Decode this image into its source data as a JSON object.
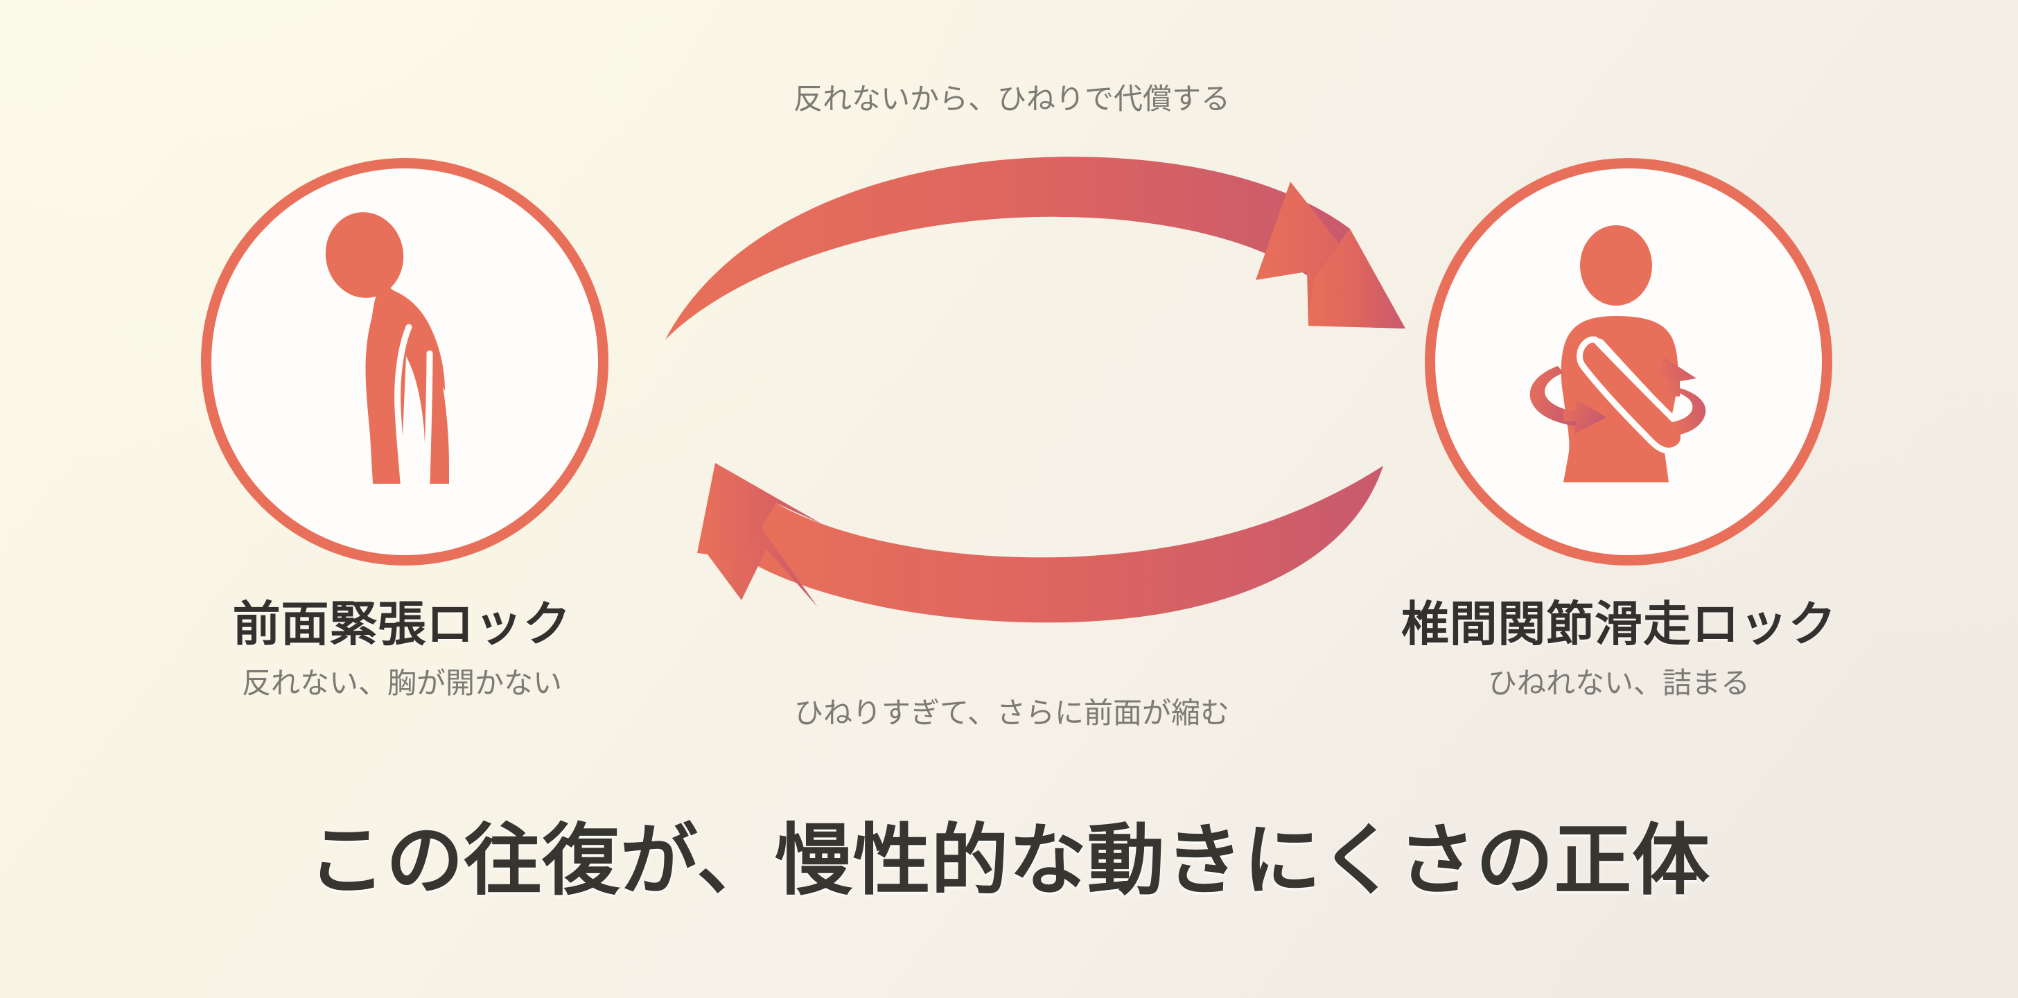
{
  "theme": {
    "accent": "#e8705a",
    "accent_deep": "#cf5b69",
    "ink": "#32312e",
    "muted": "#7c7a74",
    "bg_warm": "#fbf8e9",
    "bg_cool": "#f0ebe3",
    "circle_fill": "#fffdfb"
  },
  "flow": {
    "top_label": "反れないから、ひねりで代償する",
    "bottom_label": "ひねりすぎて、さらに前面が縮む",
    "top_arrow_icon": "curved-arrow-right-icon",
    "bottom_arrow_icon": "curved-arrow-left-icon"
  },
  "nodes": [
    {
      "id": "front-tension-lock",
      "title": "前面緊張ロック",
      "subtitle": "反れない、胸が開かない",
      "icon": "hunched-posture-icon"
    },
    {
      "id": "facet-glide-lock",
      "title": "椎間関節滑走ロック",
      "subtitle": "ひねれない、詰まる",
      "icon": "torso-twist-icon"
    }
  ],
  "headline": "この往復が、慢性的な動きにくさの正体",
  "chart_data": {
    "type": "diagram",
    "subtype": "two-node-feedback-cycle",
    "title": "この往復が、慢性的な動きにくさの正体",
    "nodes": [
      {
        "id": "front-tension-lock",
        "label": "前面緊張ロック",
        "detail": "反れない、胸が開かない",
        "position": "left"
      },
      {
        "id": "facet-glide-lock",
        "label": "椎間関節滑走ロック",
        "detail": "ひねれない、詰まる",
        "position": "right"
      }
    ],
    "edges": [
      {
        "from": "front-tension-lock",
        "to": "facet-glide-lock",
        "label": "反れないから、ひねりで代償する",
        "position": "top",
        "direction": "left-to-right"
      },
      {
        "from": "facet-glide-lock",
        "to": "front-tension-lock",
        "label": "ひねりすぎて、さらに前面が縮む",
        "position": "bottom",
        "direction": "right-to-left"
      }
    ]
  }
}
